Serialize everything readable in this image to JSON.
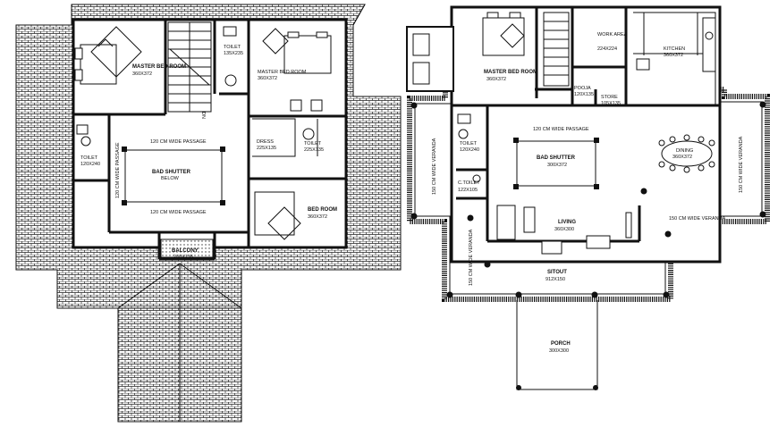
{
  "first_floor": {
    "rooms": {
      "master_bedroom": {
        "name": "MASTER BED ROOM",
        "size": "360X372"
      },
      "toilet_top": {
        "name": "TOILET",
        "size": "135X235"
      },
      "toilet_left": {
        "name": "TOILET",
        "size": "120X240"
      },
      "dress": {
        "name": "DRESS",
        "size": "225X135"
      },
      "toilet_right": {
        "name": "TOILET",
        "size": "225X135"
      },
      "bedroom": {
        "name": "BED ROOM",
        "size": "360X372"
      },
      "open_area": {
        "name": "BAD SHUTTER",
        "size": "BELOW"
      },
      "balcony": {
        "name": "BALCONY",
        "size": "240X135"
      },
      "dn": "DN"
    },
    "passages": {
      "top": "120 CM WIDE PASSAGE",
      "bottom": "120 CM WIDE PASSAGE",
      "left": "120 CM WIDE PASSAGE"
    }
  },
  "ground_floor": {
    "rooms": {
      "master_bedroom": {
        "name": "MASTER BED ROOM",
        "size": "360X372"
      },
      "work_area": {
        "name": "WORK AREA",
        "size": "224X224"
      },
      "kitchen": {
        "name": "KITCHEN",
        "size": "360X372"
      },
      "pooja": {
        "name": "POOJA",
        "size": "120X135"
      },
      "store": {
        "name": "STORE",
        "size": "105X135"
      },
      "toilet": {
        "name": "TOILET",
        "size": "120X240"
      },
      "c_toilet": {
        "name": "C.TOILET",
        "size": "122X105"
      },
      "family": {
        "name": "BAD SHUTTER",
        "size": "300X372"
      },
      "dining": {
        "name": "DINING",
        "size": "360X372"
      },
      "living": {
        "name": "LIVING",
        "size": "360X300"
      },
      "sitout": {
        "name": "SITOUT",
        "size": "912X150"
      },
      "porch": {
        "name": "PORCH",
        "size": "300X300"
      }
    },
    "passages": {
      "top": "120 CM WIDE PASSAGE"
    },
    "verandas": {
      "left": "150 CM WIDE VERANDA",
      "right": "150 CM WIDE VERANDA",
      "bottom_right": "150 CM WIDE VERANDA",
      "bottom_left": "150 CM WIDE VERANDA"
    }
  }
}
